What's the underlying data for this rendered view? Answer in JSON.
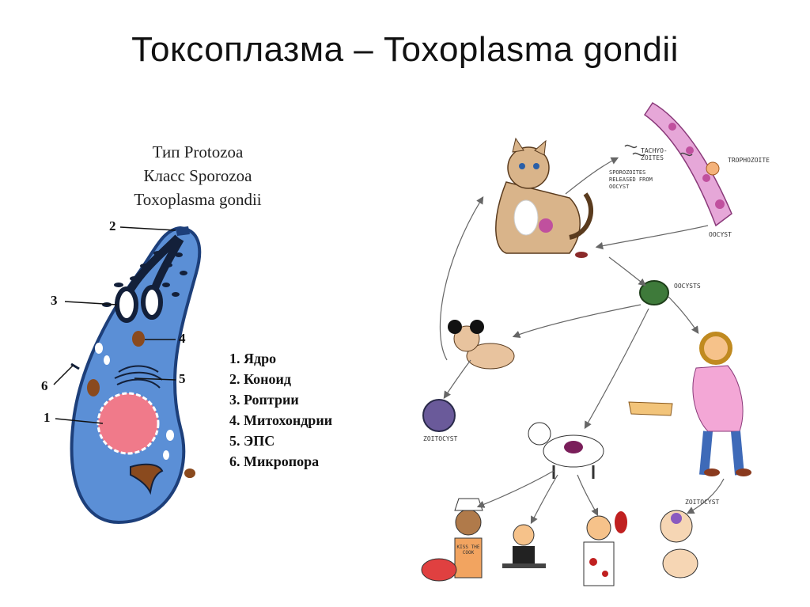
{
  "slide": {
    "title": "Токсоплазма – Toxoplasma gondii"
  },
  "taxonomy": {
    "type_line": "Тип Protozoa",
    "class_line": "Класс Sporozoa",
    "species_line": "Toxoplasma gondii"
  },
  "callouts": [
    "2",
    "3",
    "4",
    "5",
    "1",
    "6"
  ],
  "legend": [
    "1. Ядро",
    "2. Коноид",
    "3. Роптрии",
    "4. Митохондрии",
    "5. ЭПС",
    "6. Микропора"
  ],
  "cycle_labels": {
    "tachyzoites": "TACHYO-ZOITES",
    "sporozoites": "SPOROZOITES RELEASED FROM OOCYST",
    "trophozoite": "TROPHOZOITE",
    "oocyst": "OOCYST",
    "oocysts": "OOCYSTS",
    "zoitocyst_left": "ZOITOCYST",
    "zoitocyst_right": "ZOITOCYST",
    "apron": "KISS THE COOK"
  },
  "colors": {
    "cell_body": "#5b8fd6",
    "cell_outline": "#1d3f7a",
    "nucleus": "#f07a8a",
    "mitochondria": "#8a4a1e",
    "organelles_dark": "#13203a"
  }
}
